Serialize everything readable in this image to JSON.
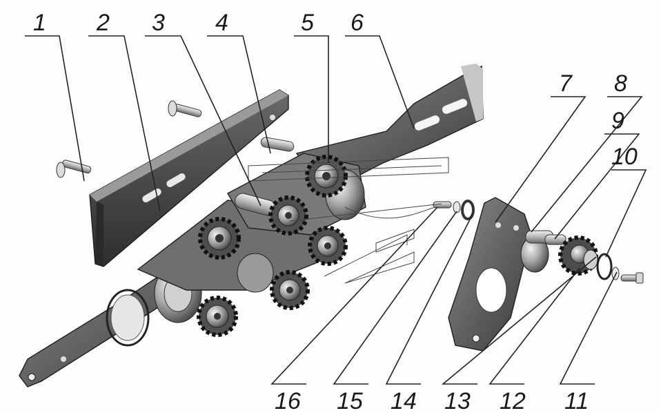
{
  "callouts": [
    {
      "id": "1",
      "label": "1"
    },
    {
      "id": "2",
      "label": "2"
    },
    {
      "id": "3",
      "label": "3"
    },
    {
      "id": "4",
      "label": "4"
    },
    {
      "id": "5",
      "label": "5"
    },
    {
      "id": "6",
      "label": "6"
    },
    {
      "id": "7",
      "label": "7"
    },
    {
      "id": "8",
      "label": "8"
    },
    {
      "id": "9",
      "label": "9"
    },
    {
      "id": "10",
      "label": "10"
    },
    {
      "id": "11",
      "label": "11"
    },
    {
      "id": "12",
      "label": "12"
    },
    {
      "id": "13",
      "label": "13"
    },
    {
      "id": "14",
      "label": "14"
    },
    {
      "id": "15",
      "label": "15"
    },
    {
      "id": "16",
      "label": "16"
    }
  ],
  "colors": {
    "plate_dark": "#3c3c3c",
    "plate_mid": "#8a8a8a",
    "plate_light": "#c8c8c8",
    "highlight": "#eeeeee"
  }
}
